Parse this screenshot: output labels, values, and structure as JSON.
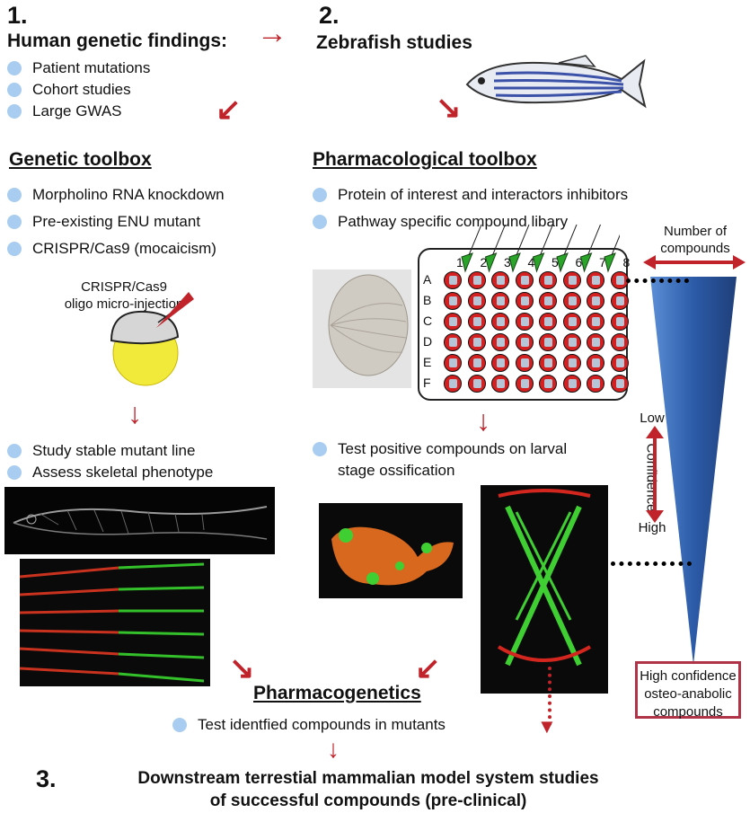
{
  "step1": {
    "number": "1.",
    "title": "Human genetic findings:",
    "items": [
      "Patient mutations",
      "Cohort studies",
      "Large GWAS"
    ]
  },
  "step2": {
    "number": "2.",
    "title": "Zebrafish studies"
  },
  "genetic_toolbox": {
    "title": "Genetic toolbox",
    "items": [
      "Morpholino RNA knockdown",
      "Pre-existing ENU mutant",
      "CRISPR/Cas9 (mocaicism)"
    ],
    "injection_label_1": "CRISPR/Cas9",
    "injection_label_2": "oligo micro-injection",
    "followup": [
      "Study stable mutant line",
      "Assess skeletal phenotype"
    ]
  },
  "pharm_toolbox": {
    "title": "Pharmacological toolbox",
    "items": [
      "Protein of interest and interactors inhibitors",
      "Pathway specific compound libary"
    ],
    "plate_columns": [
      "1",
      "2",
      "3",
      "4",
      "5",
      "6",
      "7",
      "8"
    ],
    "plate_rows": [
      "A",
      "B",
      "C",
      "D",
      "E",
      "F"
    ],
    "followup_1": "Test positive compounds on larval",
    "followup_2": "stage ossification"
  },
  "funnel": {
    "count_label_1": "Number of",
    "count_label_2": "compounds",
    "low": "Low",
    "confidence": "Confidence",
    "high": "High",
    "result_1": "High confidence",
    "result_2": "osteo-anabolic",
    "result_3": "compounds"
  },
  "pharmacogenetics": {
    "title": "Pharmacogenetics",
    "item": "Test identfied compounds in mutants"
  },
  "step3": {
    "number": "3.",
    "line1": "Downstream terrestial mammalian model system studies",
    "line2": "of successful compounds (pre-clinical)"
  },
  "colors": {
    "arrow": "#c0232a",
    "bullet": "#a9cdf0",
    "funnel": "#2f5fa8",
    "well": "#d42020"
  }
}
